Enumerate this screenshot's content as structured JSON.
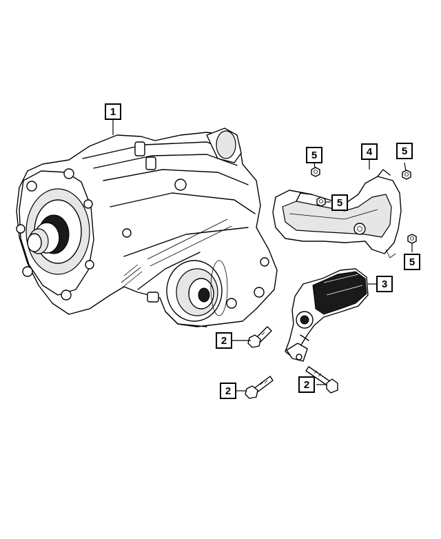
{
  "callouts": [
    {
      "id": "c1",
      "label": "1"
    },
    {
      "id": "c2a",
      "label": "2"
    },
    {
      "id": "c2b",
      "label": "2"
    },
    {
      "id": "c2c",
      "label": "2"
    },
    {
      "id": "c3",
      "label": "3"
    },
    {
      "id": "c4",
      "label": "4"
    },
    {
      "id": "c5a",
      "label": "5"
    },
    {
      "id": "c5b",
      "label": "5"
    },
    {
      "id": "c5c",
      "label": "5"
    },
    {
      "id": "c5d",
      "label": "5"
    }
  ],
  "colors": {
    "line": "#000000",
    "background": "#ffffff",
    "shade": "#e6e6e6"
  }
}
